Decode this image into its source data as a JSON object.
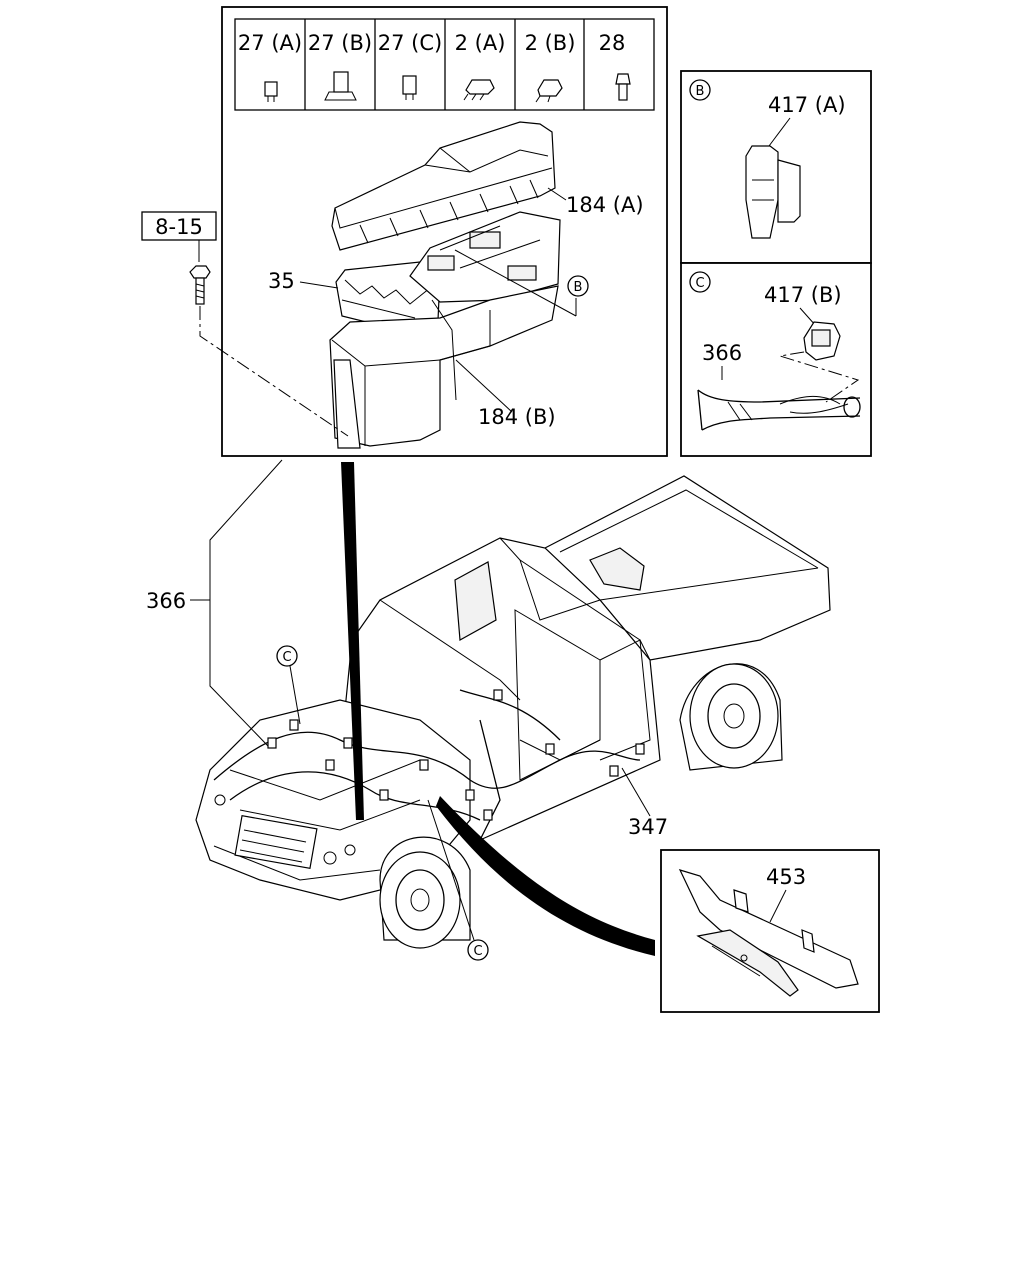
{
  "fuse_table": {
    "cells": [
      "27 (A)",
      "27 (B)",
      "27 (C)",
      "2 (A)",
      "2 (B)",
      "28"
    ]
  },
  "callouts": {
    "fuse_box_top": "184 (A)",
    "fuse_box_bottom": "184 (B)",
    "relay_block": "35",
    "bolt_ref": "8-15",
    "harness_main": "366",
    "harness_floor": "347",
    "clip_b": "417 (A)",
    "clip_c": "417 (B)",
    "harness_c": "366",
    "bracket": "453"
  },
  "markers": {
    "b": "B",
    "c": "C"
  }
}
